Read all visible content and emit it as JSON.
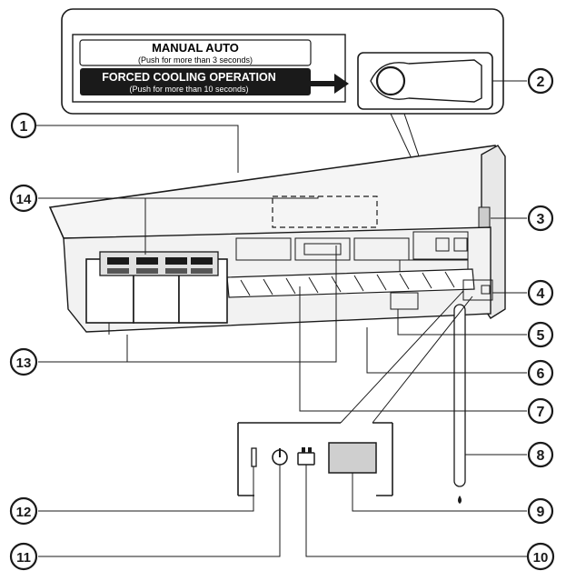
{
  "callout": {
    "manual_auto_title": "MANUAL AUTO",
    "manual_auto_sub": "(Push for more than 3 seconds)",
    "forced_title": "FORCED COOLING OPERATION",
    "forced_sub": "(Push for more than 10 seconds)"
  },
  "labels": [
    "1",
    "2",
    "3",
    "4",
    "5",
    "6",
    "7",
    "8",
    "9",
    "10",
    "11",
    "12",
    "13",
    "14"
  ],
  "colors": {
    "line": "#1a1a1a",
    "forced_bar": "#1a1a1a",
    "display_panel": "#cfcfcf"
  }
}
